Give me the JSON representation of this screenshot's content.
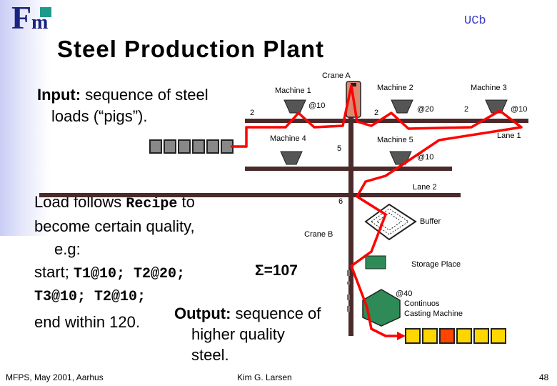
{
  "header": {
    "logo_f": "F",
    "logo_m": "m",
    "institution": "UCb",
    "title": "Steel Production Plant"
  },
  "input_text": {
    "label": "Input:",
    "line1": " sequence of steel",
    "line2": "loads (“pigs”)."
  },
  "recipe_text": {
    "line1_a": "Load follows ",
    "line1_b": "Recipe",
    "line1_c": " to",
    "line2": "become certain quality,",
    "line3": "e.g:",
    "line4_a": "start; ",
    "line4_b": "T1@10; T2@20;",
    "line5": "T3@10; T2@10;",
    "line6": "end within 120."
  },
  "output_text": {
    "label": "Output:",
    "line1": " sequence of",
    "line2": "higher quality",
    "line3": "steel."
  },
  "sum_label": "Σ=107",
  "diagram": {
    "crane_a": "Crane A",
    "crane_b": "Crane B",
    "machine1": "Machine 1",
    "machine2": "Machine 2",
    "machine3": "Machine 3",
    "machine4": "Machine 4",
    "machine5": "Machine 5",
    "m1_time": "@10",
    "m2_time": "@20",
    "m3_time": "@10",
    "m5_time": "@10",
    "cast_time": "@40",
    "num_2a": "2",
    "num_2b": "2",
    "num_2c": "2",
    "num_5": "5",
    "num_6": "6",
    "lane1": "Lane 1",
    "lane2": "Lane 2",
    "buffer": "Buffer",
    "storage": "Storage Place",
    "casting1": "Continuos",
    "casting2": "Casting Machine"
  },
  "footer": {
    "left": "MFPS, May 2001, Aarhus",
    "center": "Kim G. Larsen",
    "page": "48"
  },
  "colors": {
    "rail": "#4a2a2a",
    "route": "#ff0000",
    "bucket": "#555555",
    "casting": "#2e8b57",
    "crane": "#d98a70",
    "output_blocks": [
      "#ffd700",
      "#ffd700",
      "#ff4500",
      "#ffd700",
      "#ffd700",
      "#ffd700"
    ]
  }
}
